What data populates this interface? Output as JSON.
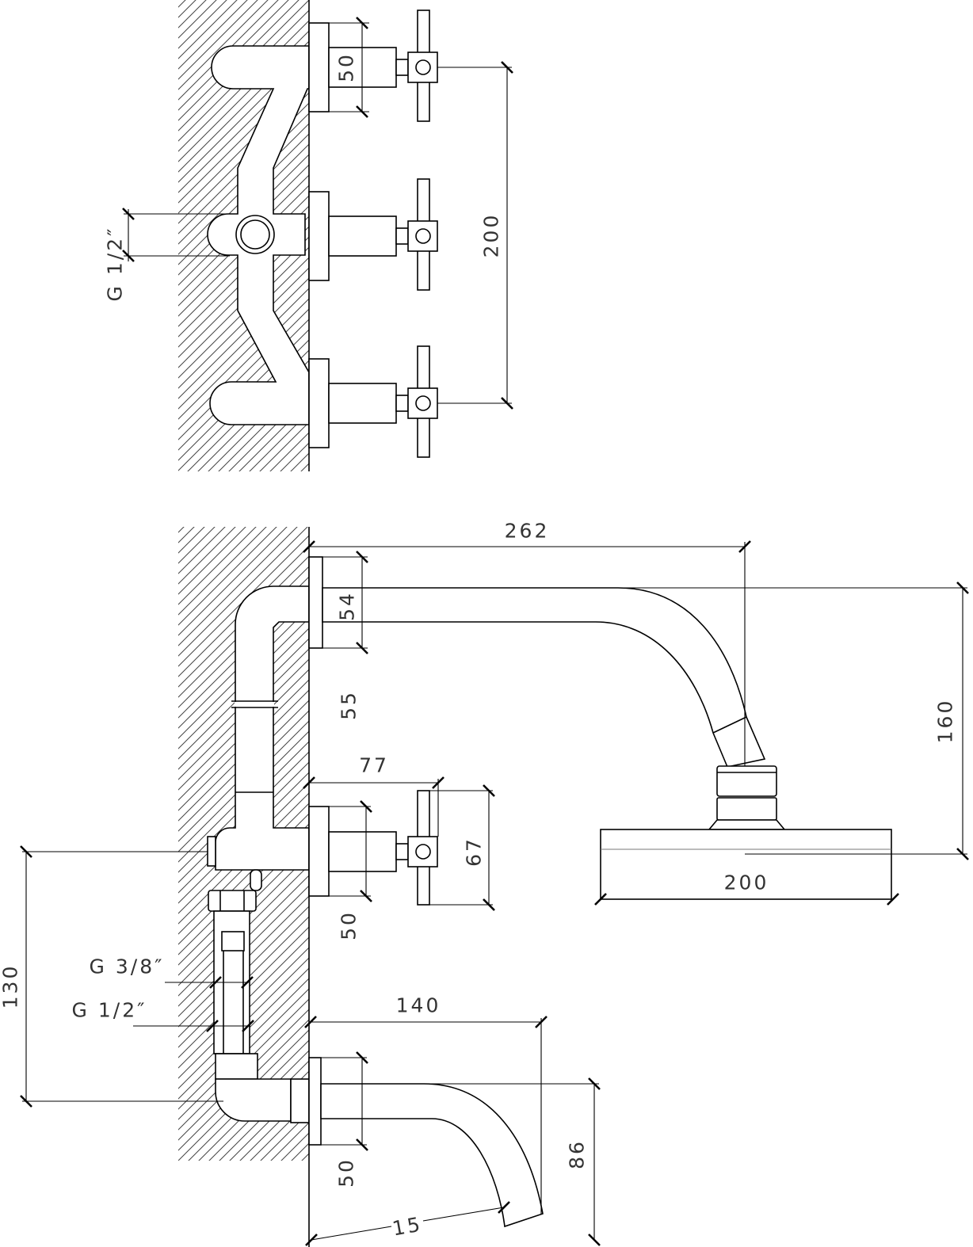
{
  "top_view": {
    "flange_dim": "50",
    "spacing_dim": "200",
    "inlet_thread": "G 1/2″"
  },
  "side_view": {
    "arm_reach_dim": "262",
    "arm_flange_dim": "54",
    "riser_dim": "55",
    "head_height_dim": "160",
    "handle_reach_dim": "77",
    "handle_length_dim": "67",
    "valve_flange_dim": "50",
    "head_diameter_dim": "200",
    "inlet_spacing_dim": "130",
    "thread_small": "G 3/8″",
    "thread_large": "G 1/2″",
    "spout_reach_dim": "140",
    "spout_drop_dim": "86",
    "spout_flange_dim": "50",
    "spout_tip_dim": "15"
  },
  "colors": {
    "line": "#000000",
    "hatch": "#444444",
    "background": "#ffffff"
  }
}
